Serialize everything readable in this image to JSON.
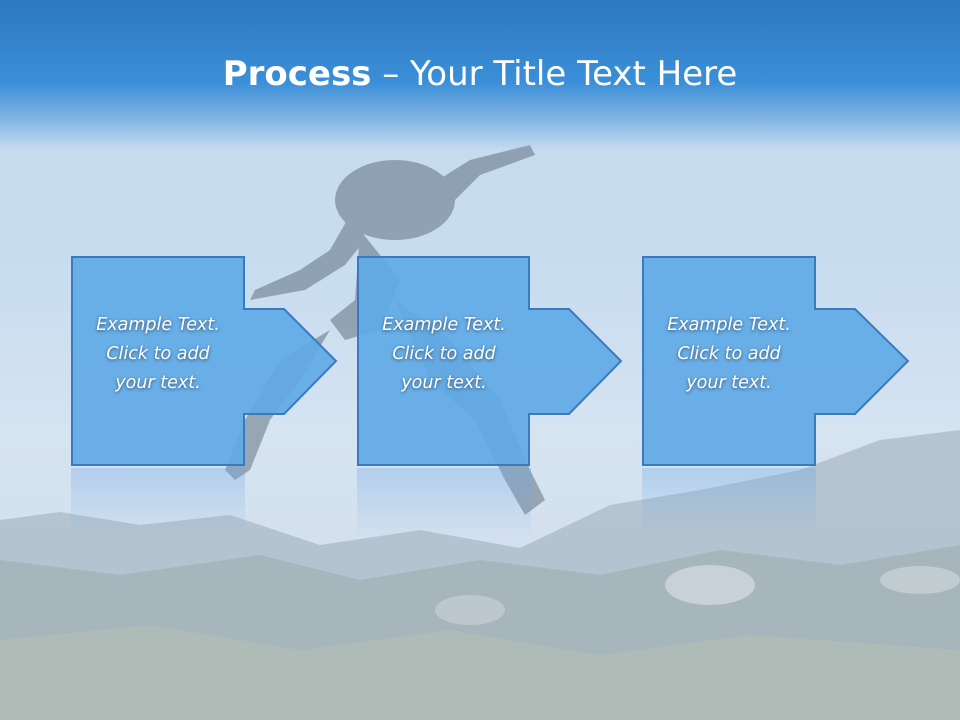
{
  "slide": {
    "title_bold": "Process",
    "title_rest": " – Your Title Text Here"
  },
  "steps": [
    {
      "text": "Example Text.\nClick  to add\nyour text."
    },
    {
      "text": "Example Text.\nClick  to add\nyour text."
    },
    {
      "text": "Example Text.\nClick  to add\nyour text."
    }
  ],
  "colors": {
    "header": "#3a8fd8",
    "box_fill": "#5fa9e6",
    "box_border": "#3b7bbd",
    "text": "#ffffff"
  }
}
